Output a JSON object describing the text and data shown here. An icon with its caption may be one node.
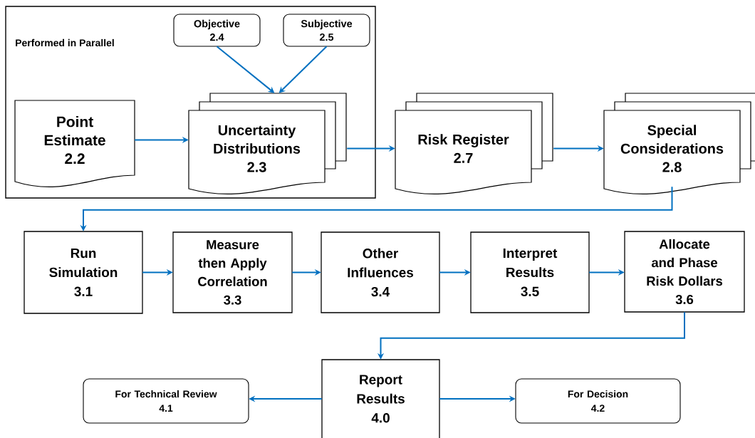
{
  "diagram": {
    "nodes": [
      {
        "text": [
          "Performed in Parallel"
        ]
      },
      {
        "text": [
          "Objective",
          "2.4"
        ],
        "in": 0
      },
      {
        "text": [
          "Subjective",
          "2.5"
        ],
        "in": 0
      },
      {
        "text": [
          "Point Estimate",
          "2.2"
        ],
        "in": 0
      },
      {
        "text": [
          "Uncertainty Distributions",
          "2.3"
        ],
        "in": 0
      },
      {
        "text": [
          "Risk Register",
          "2.7"
        ]
      },
      {
        "text": [
          "Special Considerations",
          "2.8"
        ]
      },
      {
        "text": [
          "Run Simulation",
          "3.1"
        ]
      },
      {
        "text": [
          "Measure then Apply Correlation",
          "3.3"
        ]
      },
      {
        "text": [
          "Other Influences",
          "3.4"
        ]
      },
      {
        "text": [
          "Interpret Results",
          "3.5"
        ]
      },
      {
        "text": [
          "Allocate and Phase Risk Dollars",
          "3.6"
        ]
      },
      {
        "text": [
          "Report Results",
          "4.0"
        ]
      },
      {
        "text": [
          "For Technical Review",
          "4.1"
        ]
      },
      {
        "text": [
          "For Decision",
          "4.2"
        ]
      }
    ],
    "edges": [
      {
        "from": 1,
        "to": 4,
        "arrow": "to"
      },
      {
        "from": 2,
        "to": 4,
        "arrow": "to"
      },
      {
        "from": 3,
        "to": 4,
        "arrow": "to"
      },
      {
        "from": 4,
        "to": 5,
        "arrow": "to"
      },
      {
        "from": 5,
        "to": 6,
        "arrow": "to"
      },
      {
        "from": 6,
        "to": 7,
        "arrow": "to"
      },
      {
        "from": 7,
        "to": 8,
        "arrow": "to"
      },
      {
        "from": 8,
        "to": 9,
        "arrow": "to"
      },
      {
        "from": 9,
        "to": 10,
        "arrow": "to"
      },
      {
        "from": 10,
        "to": 11,
        "arrow": "to"
      },
      {
        "from": 11,
        "to": 12,
        "arrow": "to"
      },
      {
        "from": 12,
        "to": 13,
        "arrow": "to"
      },
      {
        "from": 12,
        "to": 14,
        "arrow": "to"
      }
    ]
  }
}
